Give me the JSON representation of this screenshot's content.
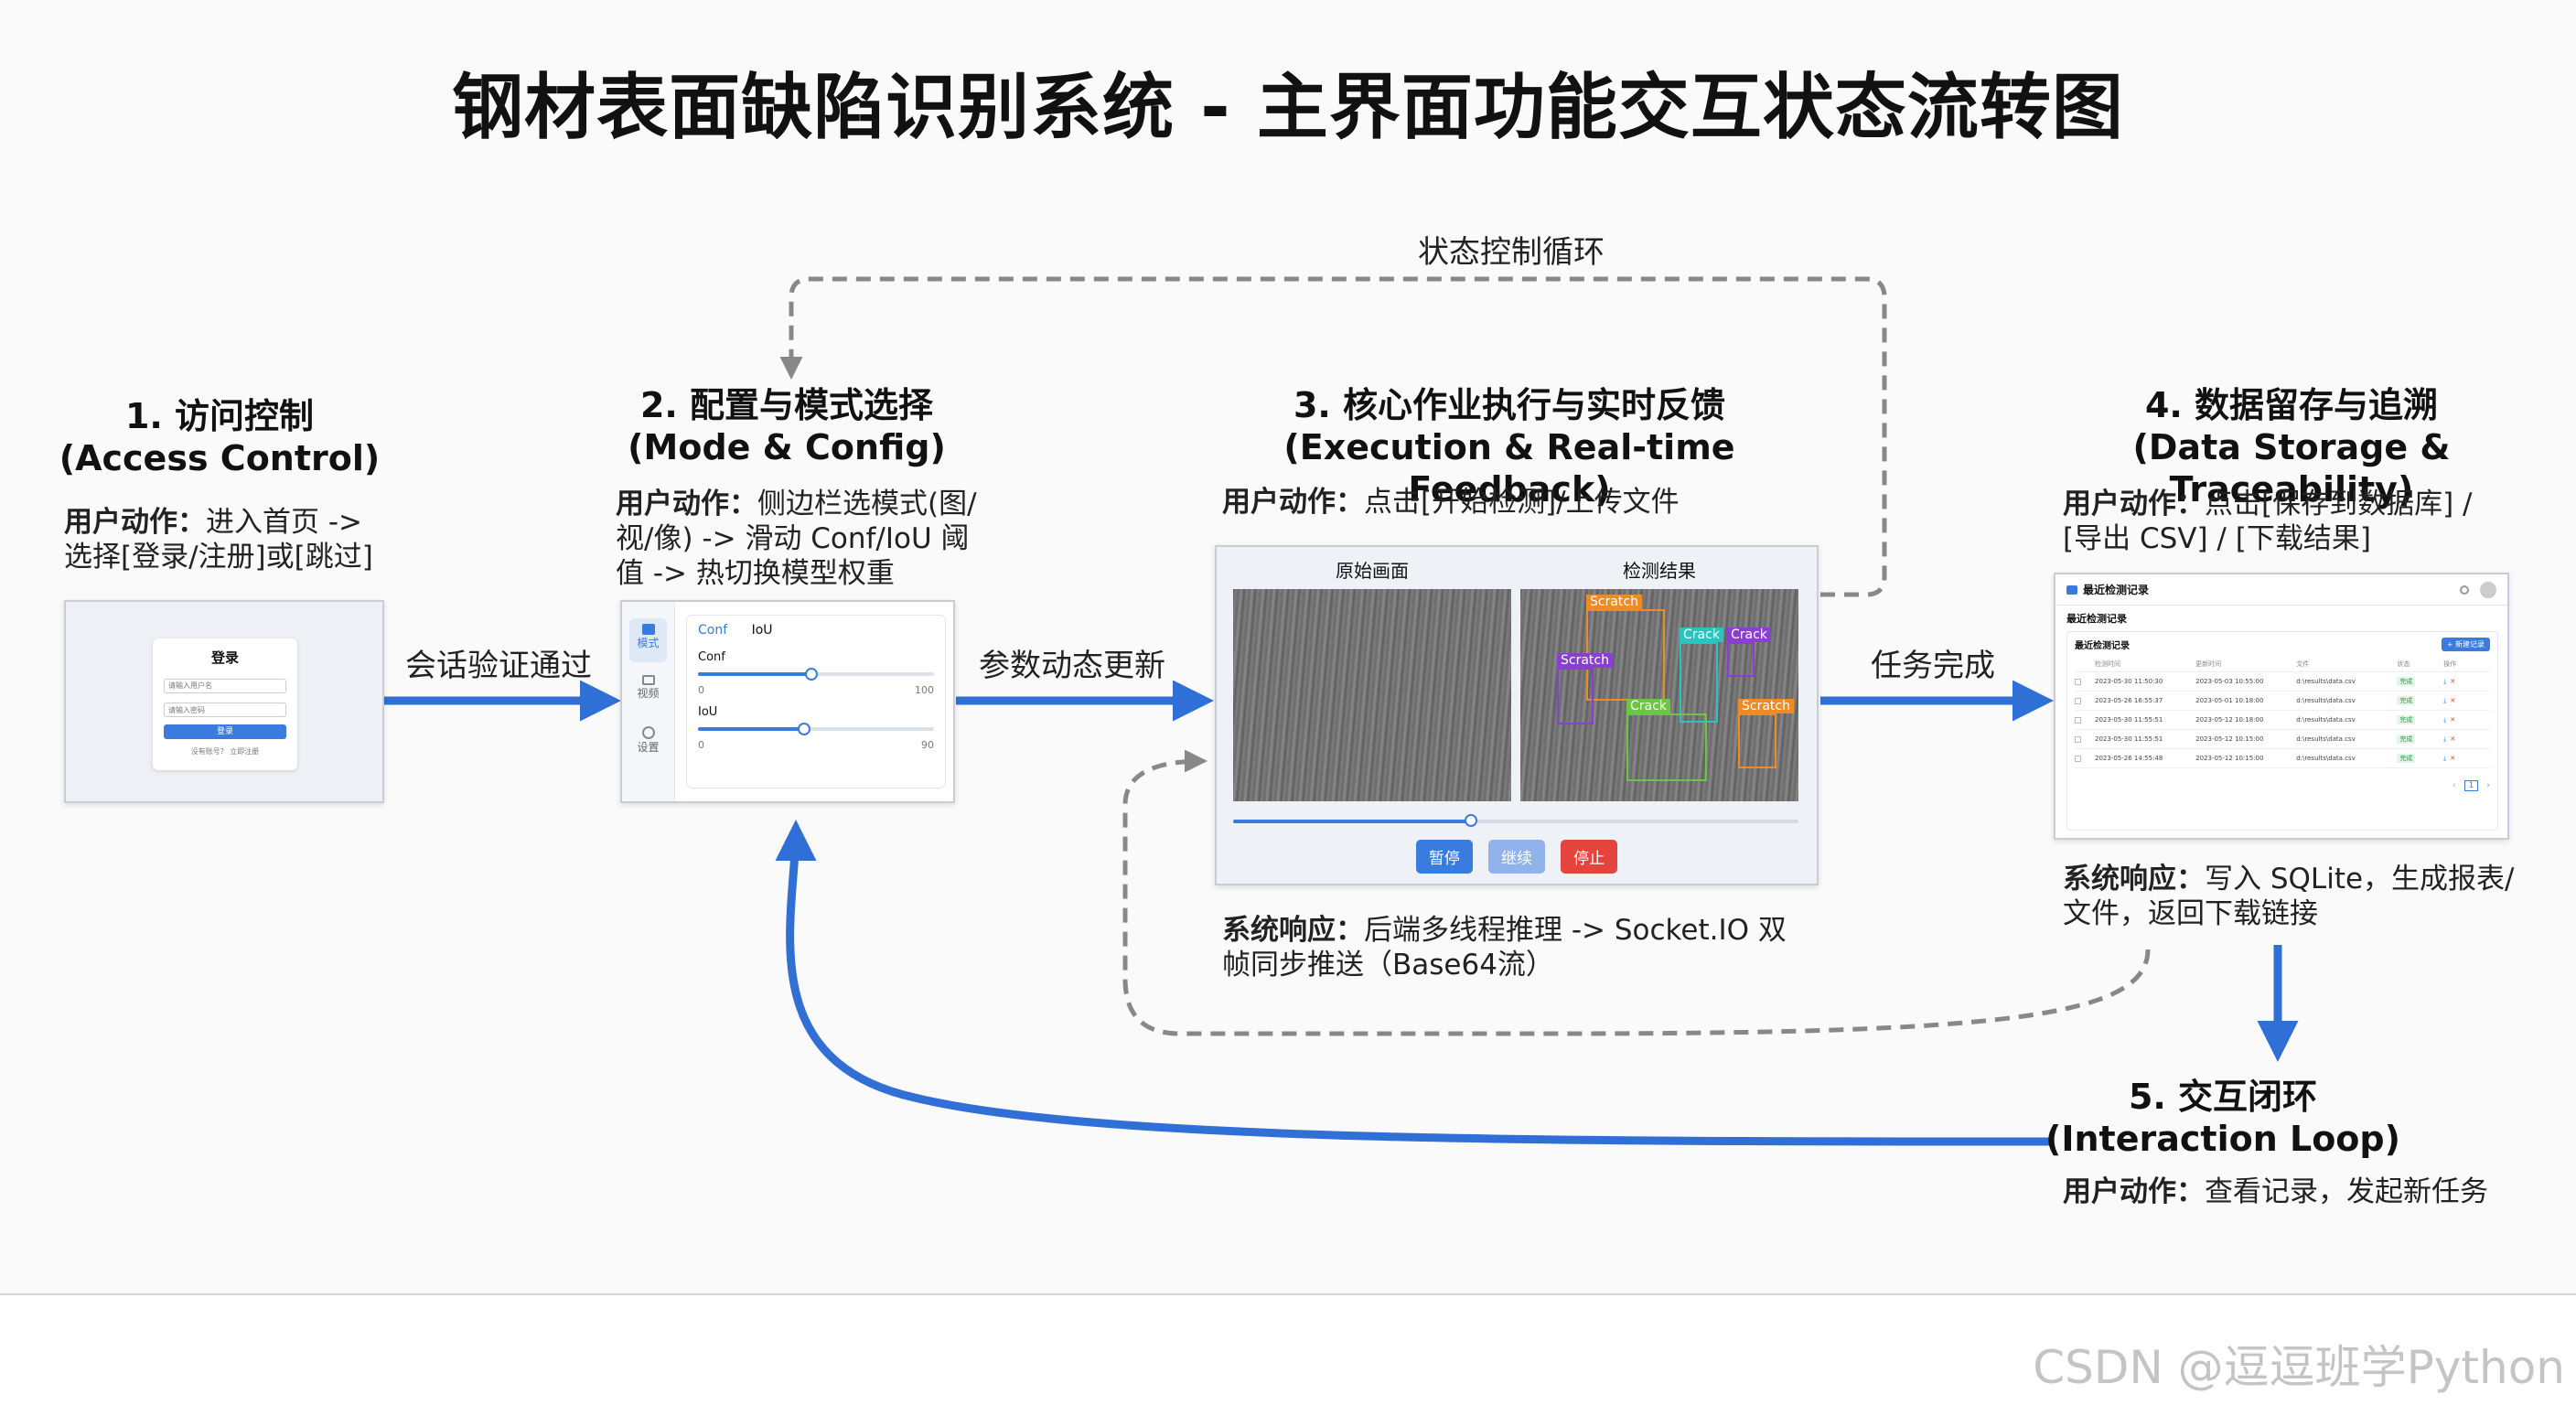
{
  "title": "钢材表面缺陷识别系统 - 主界面功能交互状态流转图",
  "loop_label": "状态控制循环",
  "stage1": {
    "heading": "1. 访问控制",
    "sub": "(Access Control)",
    "action_label": "用户动作：",
    "action_text": "进入首页 -> 选择[登录/注册]或[跳过]",
    "login": {
      "title": "登录",
      "user_placeholder": "请输入用户名",
      "pass_placeholder": "请输入密码",
      "submit": "登录",
      "footer": "没有账号？ 立即注册"
    }
  },
  "edge1_label": "会话验证通过",
  "stage2": {
    "heading": "2. 配置与模式选择",
    "sub": "(Mode & Config)",
    "action_label": "用户动作：",
    "action_text": "侧边栏选模式(图/视/像) -> 滑动 Conf/IoU 阈值 -> 热切换模型权重",
    "sidebar": [
      "模式",
      "视频",
      "设置"
    ],
    "tabs": [
      "Conf",
      "IoU"
    ],
    "conf": {
      "label": "Conf",
      "min": "0",
      "max": "100",
      "level": 0.48
    },
    "iou": {
      "label": "IoU",
      "min": "0",
      "max": "90",
      "level": 0.45
    }
  },
  "edge2_label": "参数动态更新",
  "stage3": {
    "heading": "3. 核心作业执行与实时反馈",
    "sub": "(Execution & Real-time Feedback)",
    "action_label": "用户动作：",
    "action_text": "点击[开始检测]/上传文件",
    "original_label": "原始画面",
    "result_label": "检测结果",
    "progress": 0.42,
    "boxes": [
      "Scratch",
      "Scratch",
      "Crack",
      "Crack",
      "Crack",
      "Scratch"
    ],
    "buttons": {
      "pause": "暂停",
      "resume": "继续",
      "stop": "停止"
    },
    "response_label": "系统响应：",
    "response_text": "后端多线程推理 -> Socket.IO 双帧同步推送（Base64流）"
  },
  "edge3_label": "任务完成",
  "stage4": {
    "heading": "4. 数据留存与追溯",
    "sub": "(Data Storage & Traceability)",
    "action_label": "用户动作：",
    "action_text": "点击[保存到数据库] / [导出 CSV] / [下载结果]",
    "panel_title": "最近检测记录",
    "section_title": "最近检测记录",
    "subsection_title": "最近检测记录",
    "new_button": "+ 新建记录",
    "columns": [
      "检测时间",
      "更新时间",
      "文件",
      "状态",
      "操作"
    ],
    "rows": [
      [
        "2023-05-30 11:50:30",
        "2023-05-03 10:55:00",
        "d:\\results\\data.csv",
        "完成"
      ],
      [
        "2023-05-26 16:55:37",
        "2023-05-01 10:18:00",
        "d:\\results\\data.csv",
        "完成"
      ],
      [
        "2023-05-30 11:55:51",
        "2023-05-12 10:18:00",
        "d:\\results\\data.csv",
        "完成"
      ],
      [
        "2023-05-30 11:55:51",
        "2023-05-12 10:15:00",
        "d:\\results\\data.csv",
        "完成"
      ],
      [
        "2023-05-26 14:55:48",
        "2023-05-12 10:15:00",
        "d:\\results\\data.csv",
        "完成"
      ]
    ],
    "page": "1",
    "response_label": "系统响应：",
    "response_text": "写入 SQLite，生成报表/文件，返回下载链接"
  },
  "stage5": {
    "heading": "5. 交互闭环",
    "sub": "(Interaction Loop)",
    "action_label": "用户动作：",
    "action_text": "查看记录，发起新任务"
  },
  "watermark": "CSDN @逗逗班学Python",
  "colors": {
    "flow": "#2f6fd6",
    "dashed": "#888888",
    "accent": "#3a7be0",
    "stop": "#e5443d"
  }
}
